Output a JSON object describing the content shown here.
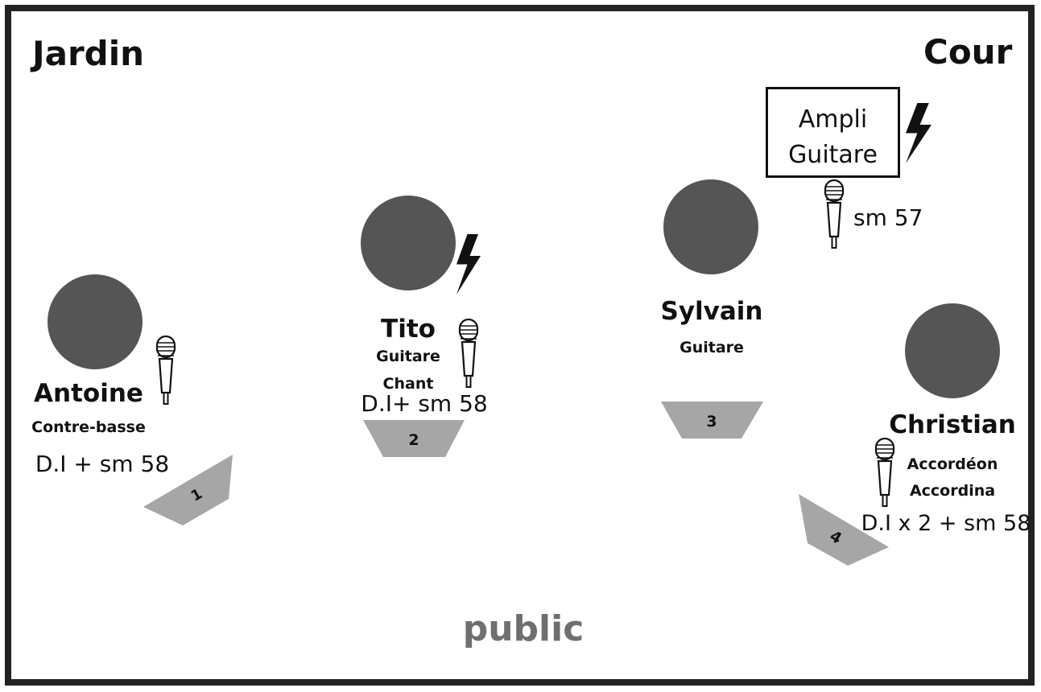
{
  "stage": {
    "left_side": "Jardin",
    "right_side": "Cour",
    "audience": "public"
  },
  "musicians": [
    {
      "name": "Antoine",
      "role": "Contre-basse",
      "equipment": "D.I + sm 58",
      "wedge": "1"
    },
    {
      "name": "Tito",
      "role_line1": "Guitare",
      "role_line2": "Chant",
      "equipment": "D.I+ sm 58",
      "wedge": "2"
    },
    {
      "name": "Sylvain",
      "role": "Guitare",
      "wedge": "3"
    },
    {
      "name": "Christian",
      "role_line1": "Accordéon",
      "role_line2": "Accordina",
      "equipment": "D.I x 2 + sm 58",
      "wedge": "4"
    }
  ],
  "amp": {
    "line1": "Ampli",
    "line2": "Guitare",
    "mic": "sm 57"
  },
  "colors": {
    "musician_fill": "#555555",
    "wedge_fill": "#a6a6a6",
    "frame": "#222222",
    "public_text": "#6f6f6f"
  },
  "icons": [
    "microphone-icon",
    "power-icon"
  ]
}
